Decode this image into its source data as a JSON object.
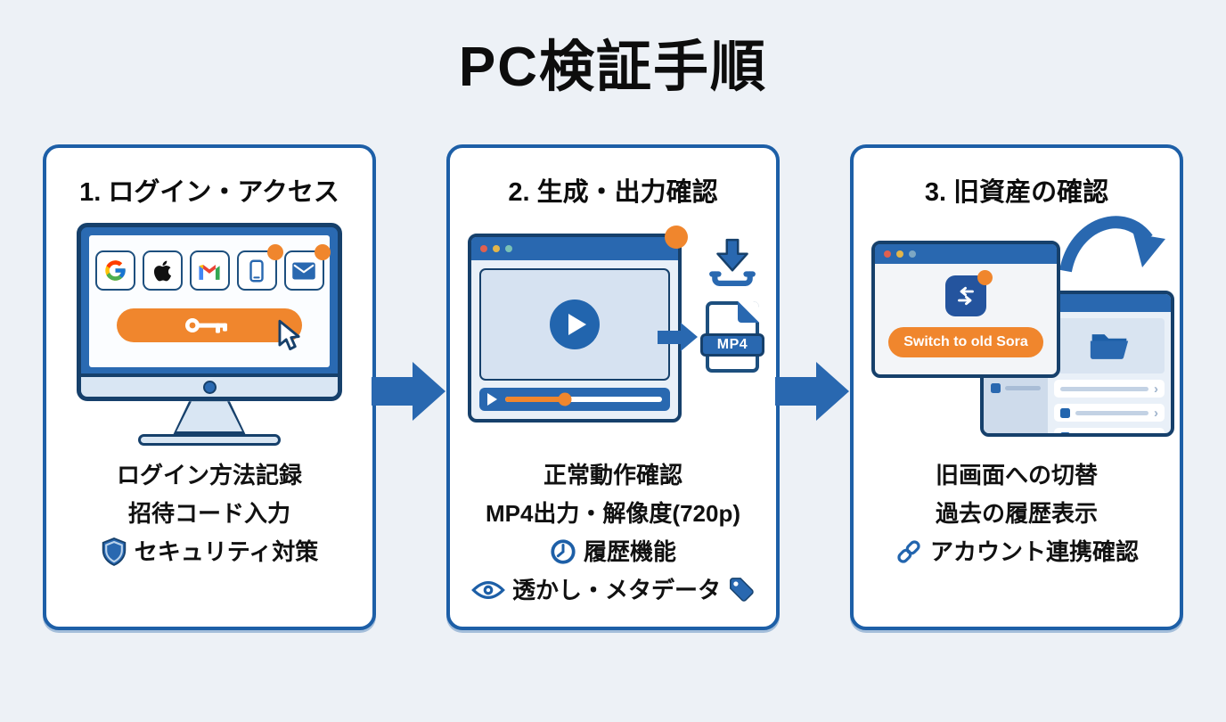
{
  "title": "PC検証手順",
  "steps": [
    {
      "heading": "1. ログイン・アクセス",
      "illustration": {
        "provider_icons": [
          "google",
          "apple",
          "gmail",
          "phone",
          "mail"
        ],
        "key_button_icon": "key",
        "cursor_icon": "cursor"
      },
      "bullets": [
        {
          "text": "ログイン方法記録"
        },
        {
          "text": "招待コード入力"
        },
        {
          "text": "セキュリティ対策",
          "icon_left": "shield"
        }
      ]
    },
    {
      "heading": "2. 生成・出力確認",
      "illustration": {
        "file_label": "MP4",
        "icons": [
          "play",
          "download",
          "mp4-file",
          "arrow-right"
        ]
      },
      "bullets": [
        {
          "text": "正常動作確認"
        },
        {
          "text": "MP4出力・解像度(720p)"
        },
        {
          "text": "履歴機能",
          "icon_left": "clock"
        },
        {
          "text": "透かし・メタデータ",
          "icon_left": "eye",
          "icon_right": "tag"
        }
      ]
    },
    {
      "heading": "3. 旧資産の確認",
      "illustration": {
        "button_label": "Switch to old Sora",
        "icons": [
          "swap-arrows",
          "curved-arrow",
          "folder",
          "list-rows"
        ]
      },
      "bullets": [
        {
          "text": "旧画面への切替"
        },
        {
          "text": "過去の履歴表示"
        },
        {
          "text": "アカウント連携確認",
          "icon_left": "link"
        }
      ]
    }
  ],
  "colors": {
    "primary_blue": "#2968b0",
    "outline_navy": "#16406b",
    "card_border": "#1d5fa7",
    "orange": "#f0862d",
    "background": "#edf1f6",
    "light_blue_fill": "#d6e2f1"
  }
}
